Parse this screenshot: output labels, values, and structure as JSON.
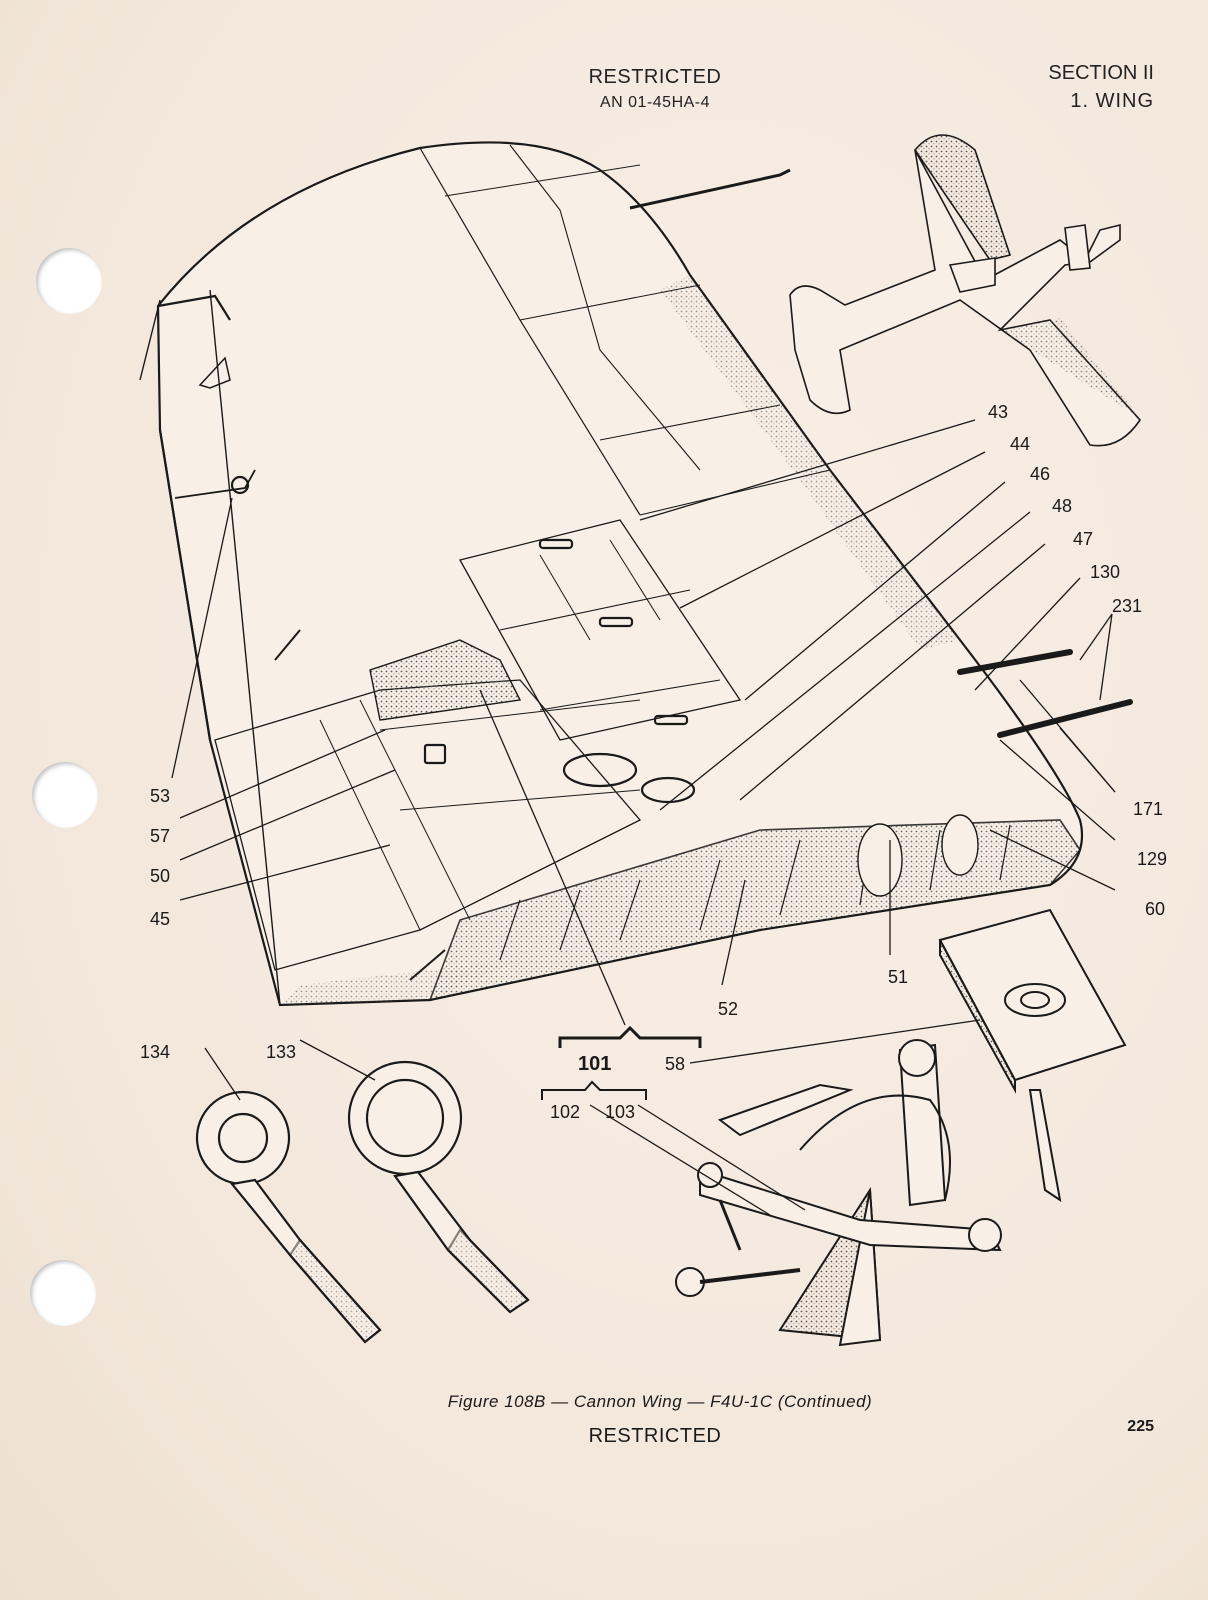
{
  "header": {
    "classification": "RESTRICTED",
    "doc_number": "AN 01-45HA-4",
    "section": "SECTION II",
    "subsection": "1. WING"
  },
  "callouts": {
    "c43": "43",
    "c44": "44",
    "c46": "46",
    "c48": "48",
    "c47": "47",
    "c130": "130",
    "c231": "231",
    "c171": "171",
    "c129": "129",
    "c60": "60",
    "c51": "51",
    "c52": "52",
    "c53": "53",
    "c57": "57",
    "c50": "50",
    "c45": "45",
    "c134": "134",
    "c133": "133",
    "c101": "101",
    "c58": "58",
    "c102": "102",
    "c103": "103"
  },
  "caption": "Figure 108B — Cannon Wing — F4U-1C (Continued)",
  "footer": {
    "classification": "RESTRICTED",
    "page_number": "225"
  }
}
